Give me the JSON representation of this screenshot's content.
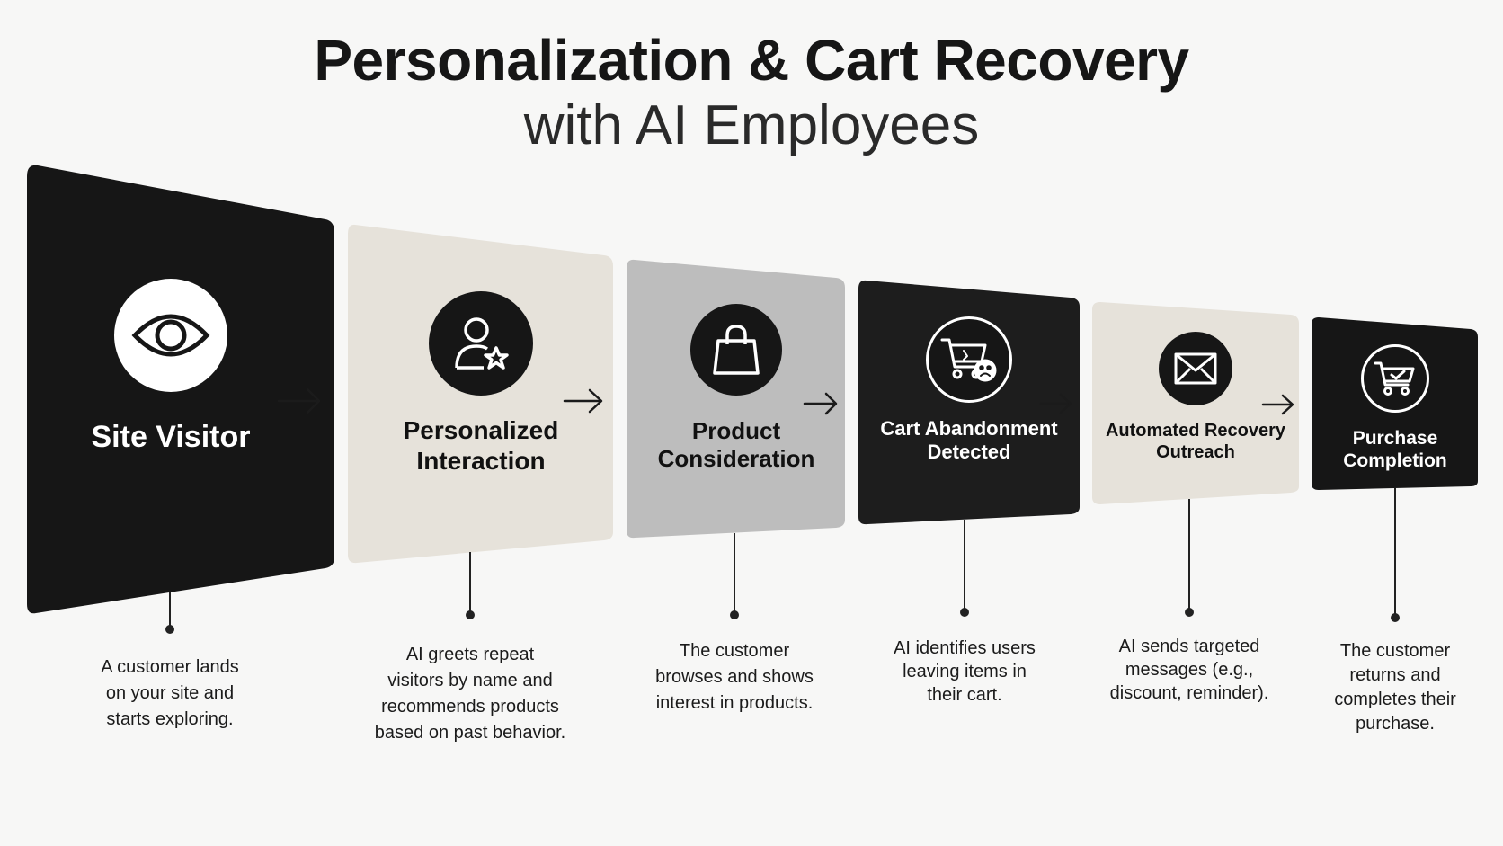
{
  "title": {
    "line1": "Personalization & Cart Recovery",
    "line2": "with AI Employees"
  },
  "colors": {
    "background": "#f7f7f6",
    "dark_card": "#161616",
    "beige_card": "#e6e2da",
    "gray_card": "#bdbdbd",
    "connector": "#222222"
  },
  "steps": [
    {
      "label": "Site Visitor",
      "icon": "eye-icon",
      "theme": "dark",
      "description": [
        "A customer lands",
        "on your site and",
        "starts exploring."
      ]
    },
    {
      "label": "Personalized Interaction",
      "icon": "user-star-icon",
      "theme": "beige",
      "description": [
        "AI greets repeat",
        "visitors by name and",
        "recommends products",
        "based on past behavior."
      ]
    },
    {
      "label": "Product Consideration",
      "icon": "shopping-bag-icon",
      "theme": "gray",
      "description": [
        "The customer",
        "browses and shows",
        "interest in products."
      ]
    },
    {
      "label": "Cart Abandonment Detected",
      "icon": "sad-cart-icon",
      "theme": "dark",
      "description": [
        "AI identifies users",
        "leaving items in",
        "their cart."
      ]
    },
    {
      "label": "Automated Recovery Outreach",
      "icon": "envelope-icon",
      "theme": "beige",
      "description": [
        "AI sends targeted",
        "messages (e.g.,",
        "discount, reminder)."
      ]
    },
    {
      "label": "Purchase Completion",
      "icon": "cart-check-icon",
      "theme": "dark",
      "description": [
        "The customer",
        "returns and",
        "completes their",
        "purchase."
      ]
    }
  ]
}
